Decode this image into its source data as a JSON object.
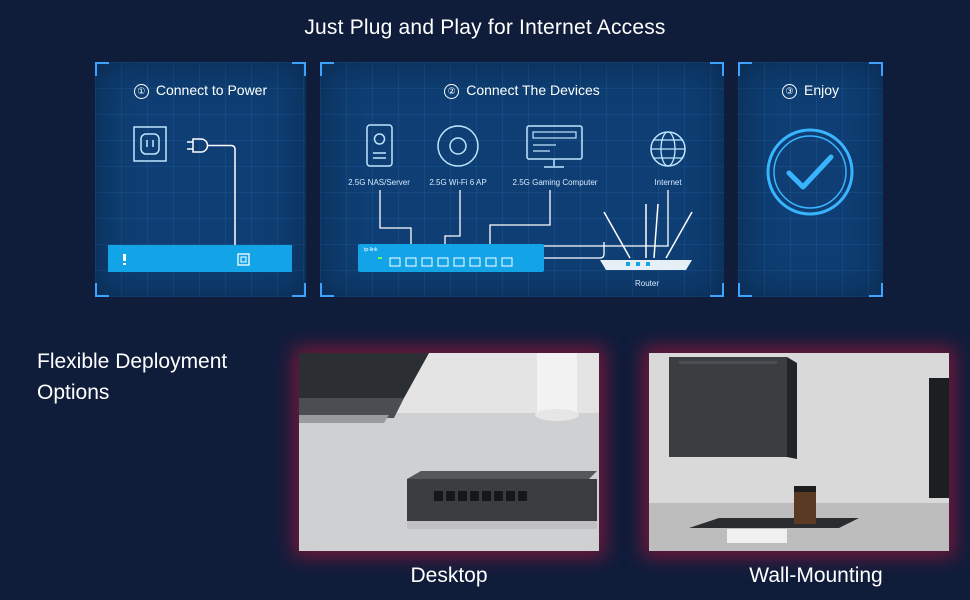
{
  "headline": "Just Plug and Play for Internet Access",
  "steps": [
    {
      "number": "①",
      "title": "Connect to Power"
    },
    {
      "number": "②",
      "title": "Connect  The Devices"
    },
    {
      "number": "③",
      "title": "Enjoy"
    }
  ],
  "devices": [
    {
      "label": "2.5G NAS/Server",
      "icon": "nas-icon"
    },
    {
      "label": "2.5G Wi-Fi 6 AP",
      "icon": "access-point-icon"
    },
    {
      "label": "2.5G Gaming Computer",
      "icon": "computer-icon"
    },
    {
      "label": "Internet",
      "icon": "globe-icon"
    }
  ],
  "router_label": "Router",
  "switch_brand": "tp-link",
  "deployment": {
    "heading_line1": "Flexible Deployment",
    "heading_line2": "Options",
    "desktop_caption": "Desktop",
    "wall_caption": "Wall-Mounting"
  },
  "colors": {
    "background": "#0f1d3b",
    "panel": "#0e3e73",
    "accent": "#13a4e8",
    "glow": "#aa143c"
  }
}
